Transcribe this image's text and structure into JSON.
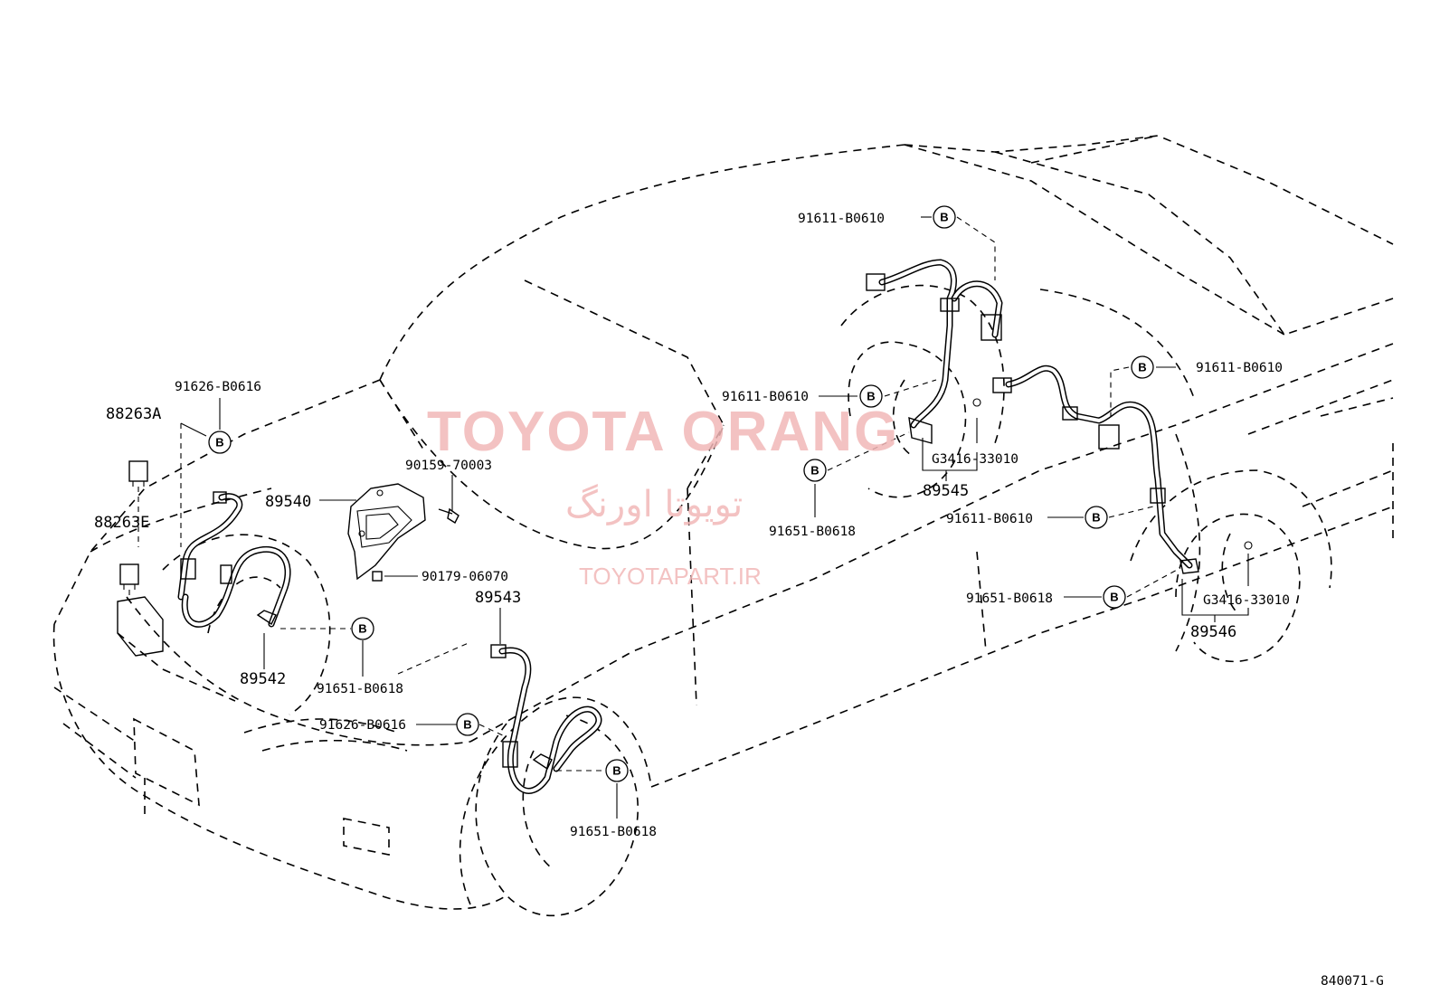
{
  "watermark": {
    "brand": "TOYOTA ORANG",
    "brand_fa": "تویوتا اورنگ",
    "site": "TOYOTAPART.IR"
  },
  "figure_code": "840071-G",
  "badge_letter": "B",
  "parts": {
    "p88263A": "88263A",
    "p88263E": "88263E",
    "p89540": "89540",
    "p89542": "89542",
    "p89543": "89543",
    "p89545": "89545",
    "p89546": "89546",
    "p90159": "90159-70003",
    "p90179": "90179-06070",
    "c91626_top": "91626-B0616",
    "c91626_mid": "91626-B0616",
    "c91651_left": "91651-B0618",
    "c91651_front": "91651-B0618",
    "c91651_center": "91651-B0618",
    "c91651_right": "91651-B0618",
    "c91611_top": "91611-B0610",
    "c91611_center": "91611-B0610",
    "c91611_right_top": "91611-B0610",
    "c91611_right_mid": "91611-B0610",
    "g3416_center": "G3416-33010",
    "g3416_right": "G3416-33010"
  },
  "colors": {
    "line": "#000000",
    "watermark": "#f2b8b8",
    "background": "#ffffff"
  }
}
